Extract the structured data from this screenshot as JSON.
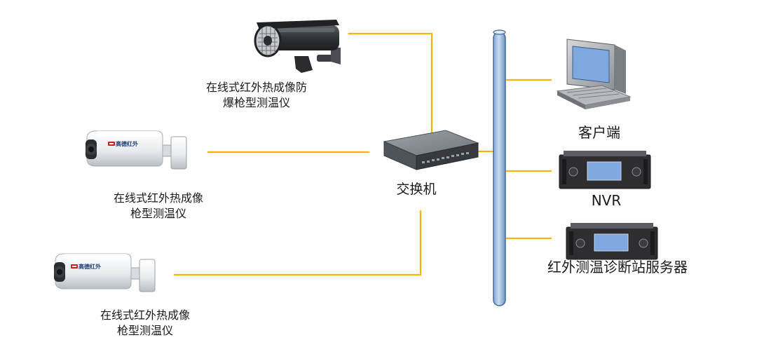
{
  "colors": {
    "link_line": "#F2B705",
    "bus_fill": "#A9C6E6",
    "bus_stroke": "#3F6691",
    "device_dark": "#2E2E30",
    "device_screen": "#7FA8E0"
  },
  "devices": {
    "explosion_proof_camera": {
      "icon": "explosion-proof-bullet-camera-icon",
      "line1": "在线式红外热成像防",
      "line2": "爆枪型测温仪"
    },
    "bullet_camera_1": {
      "icon": "bullet-thermal-camera-icon",
      "brand": "高德红外",
      "line1": "在线式红外热成像",
      "line2": "枪型测温仪"
    },
    "bullet_camera_2": {
      "icon": "bullet-thermal-camera-icon",
      "brand": "高德红外",
      "line1": "在线式红外热成像",
      "line2": "枪型测温仪"
    },
    "switch": {
      "icon": "network-switch-icon",
      "label": "交换机"
    },
    "client": {
      "icon": "desktop-computer-icon",
      "label": "客户端"
    },
    "nvr": {
      "icon": "rack-server-icon",
      "label": "NVR"
    },
    "diagnosis_server": {
      "icon": "rack-server-icon",
      "label": "红外测温诊断站服务器"
    }
  }
}
